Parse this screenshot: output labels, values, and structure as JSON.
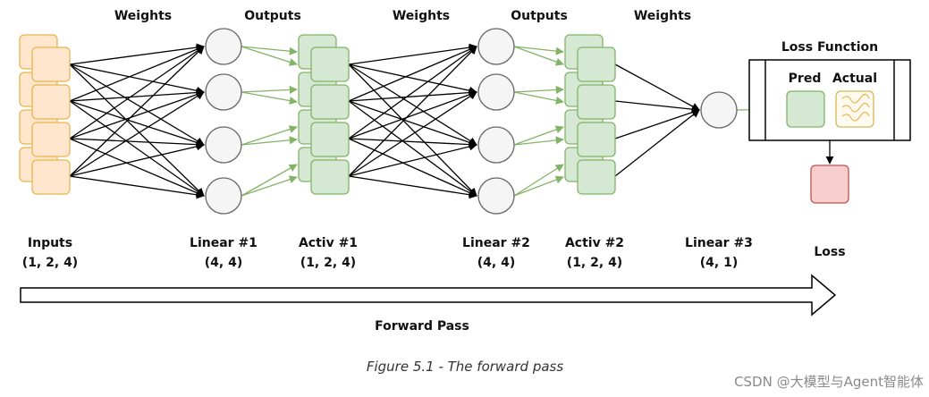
{
  "headings": {
    "weights_1": "Weights",
    "outputs_1": "Outputs",
    "weights_2": "Weights",
    "outputs_2": "Outputs",
    "weights_3": "Weights"
  },
  "layers": {
    "inputs": {
      "name": "Inputs",
      "shape": "(1, 2, 4)"
    },
    "linear1": {
      "name": "Linear #1",
      "shape": "(4, 4)"
    },
    "activ1": {
      "name": "Activ #1",
      "shape": "(1, 2, 4)"
    },
    "linear2": {
      "name": "Linear #2",
      "shape": "(4, 4)"
    },
    "activ2": {
      "name": "Activ #2",
      "shape": "(1, 2, 4)"
    },
    "linear3": {
      "name": "Linear #3",
      "shape": "(4, 1)"
    },
    "loss": {
      "name": "Loss"
    }
  },
  "loss_function": {
    "title": "Loss Function",
    "pred": "Pred",
    "actual": "Actual"
  },
  "arrow_label": "Forward Pass",
  "caption": "Figure 5.1 - The forward pass",
  "watermark": "CSDN @大模型与Agent智能体",
  "colors": {
    "input_fill": "#ffe6cc",
    "input_stroke": "#e8b64e",
    "activ_fill": "#d5e8d4",
    "activ_stroke": "#82b366",
    "neuron_fill": "#f5f5f5",
    "neuron_stroke": "#666666",
    "loss_fill": "#f8cecc",
    "loss_stroke": "#b85450",
    "actual_stroke": "#d6b656",
    "green_edge": "#82b366"
  }
}
